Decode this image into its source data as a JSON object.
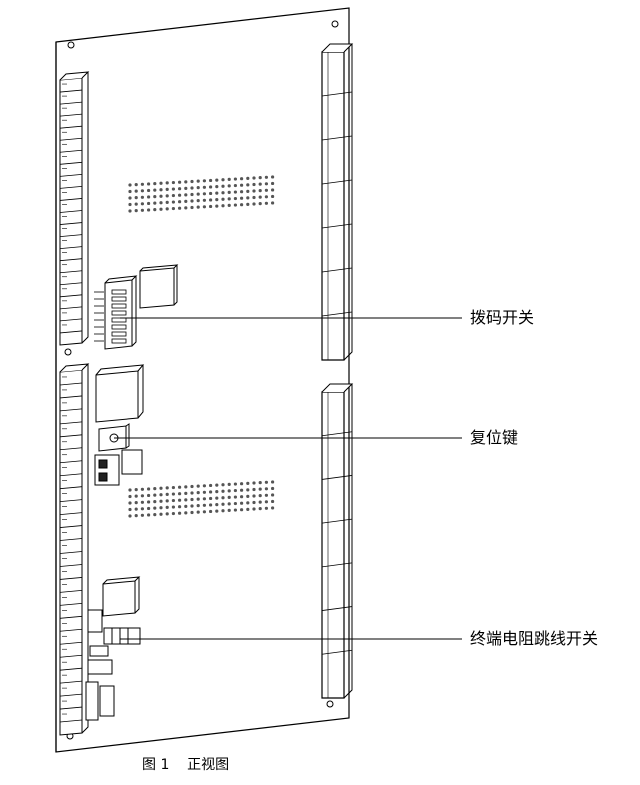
{
  "callouts": {
    "dip_switch": "拨码开关",
    "reset_key": "复位键",
    "terminal_jumper": "终端电阻跳线开关"
  },
  "caption": {
    "number": "图 1",
    "title": "正视图"
  }
}
